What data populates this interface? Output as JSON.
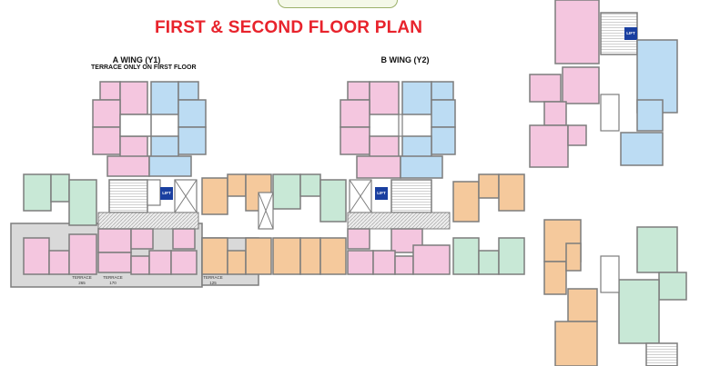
{
  "title": "FIRST & SECOND FLOOR PLAN",
  "wings": {
    "a": {
      "name": "A WING (Y1)",
      "note": "TERRACE ONLY ON FIRST FLOOR"
    },
    "b": {
      "name": "B WING (Y2)"
    }
  },
  "labels": {
    "lift": "LIFT",
    "terrace_265": "TERRACE\n265",
    "terrace_170": "TERRACE\n170",
    "terrace_125": "TERRACE\n125"
  },
  "colors": {
    "pink": "#f4c6df",
    "blue": "#bcdcf3",
    "green": "#c8e8d6",
    "orange": "#f5c99c",
    "wall": "#7d7d7d",
    "terrace": "#cfcfcf",
    "lift": "#1a3fa0",
    "title": "#e8232c"
  }
}
